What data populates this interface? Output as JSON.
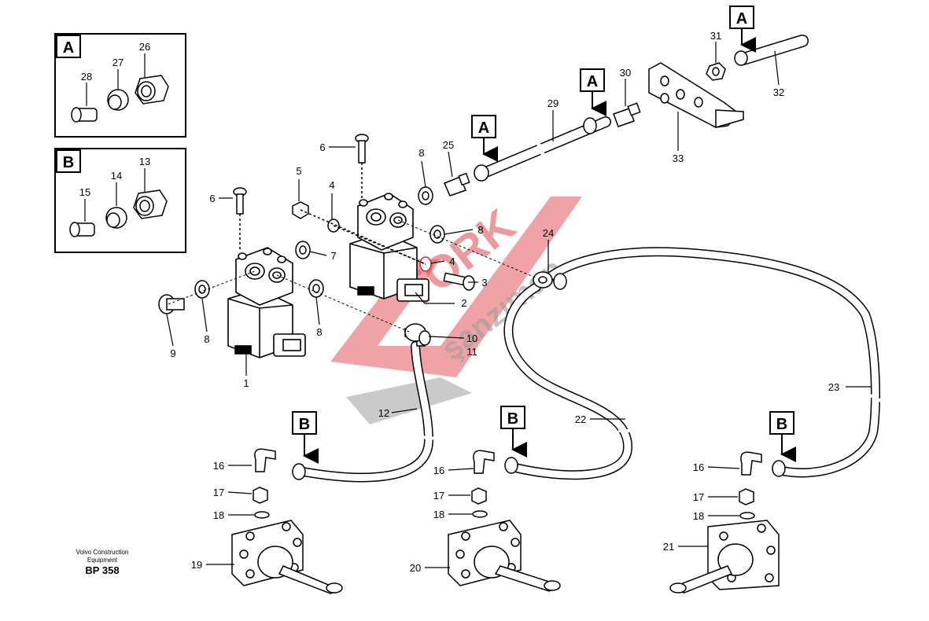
{
  "detail_boxes": [
    {
      "letter": "A",
      "items": [
        "28",
        "27",
        "26"
      ]
    },
    {
      "letter": "B",
      "items": [
        "15",
        "14",
        "13"
      ]
    }
  ],
  "ref_flags": [
    "A",
    "A",
    "A",
    "B",
    "B",
    "B"
  ],
  "callouts": {
    "c1": "1",
    "c2": "2",
    "c3": "3",
    "c4a": "4",
    "c4b": "4",
    "c5": "5",
    "c6a": "6",
    "c6b": "6",
    "c7": "7",
    "c8a": "8",
    "c8b": "8",
    "c8c": "8",
    "c8d": "8",
    "c9": "9",
    "c10": "10",
    "c11": "11",
    "c12": "12",
    "c16a": "16",
    "c16b": "16",
    "c16c": "16",
    "c17a": "17",
    "c17b": "17",
    "c17c": "17",
    "c18a": "18",
    "c18b": "18",
    "c18c": "18",
    "c19": "19",
    "c20": "20",
    "c21": "21",
    "c22": "22",
    "c23": "23",
    "c24": "24",
    "c25": "25",
    "c29": "29",
    "c30": "30",
    "c31": "31",
    "c32": "32",
    "c33": "33"
  },
  "credit": {
    "line1": "Volvo Construction",
    "line2": "Equipment",
    "code": "BP 358"
  },
  "watermark": {
    "line1": "TORK",
    "line2": "şanzıman"
  },
  "colors": {
    "line": "#000000",
    "watermark_red": "#d8202a",
    "watermark_grey": "#7c7c7c"
  }
}
